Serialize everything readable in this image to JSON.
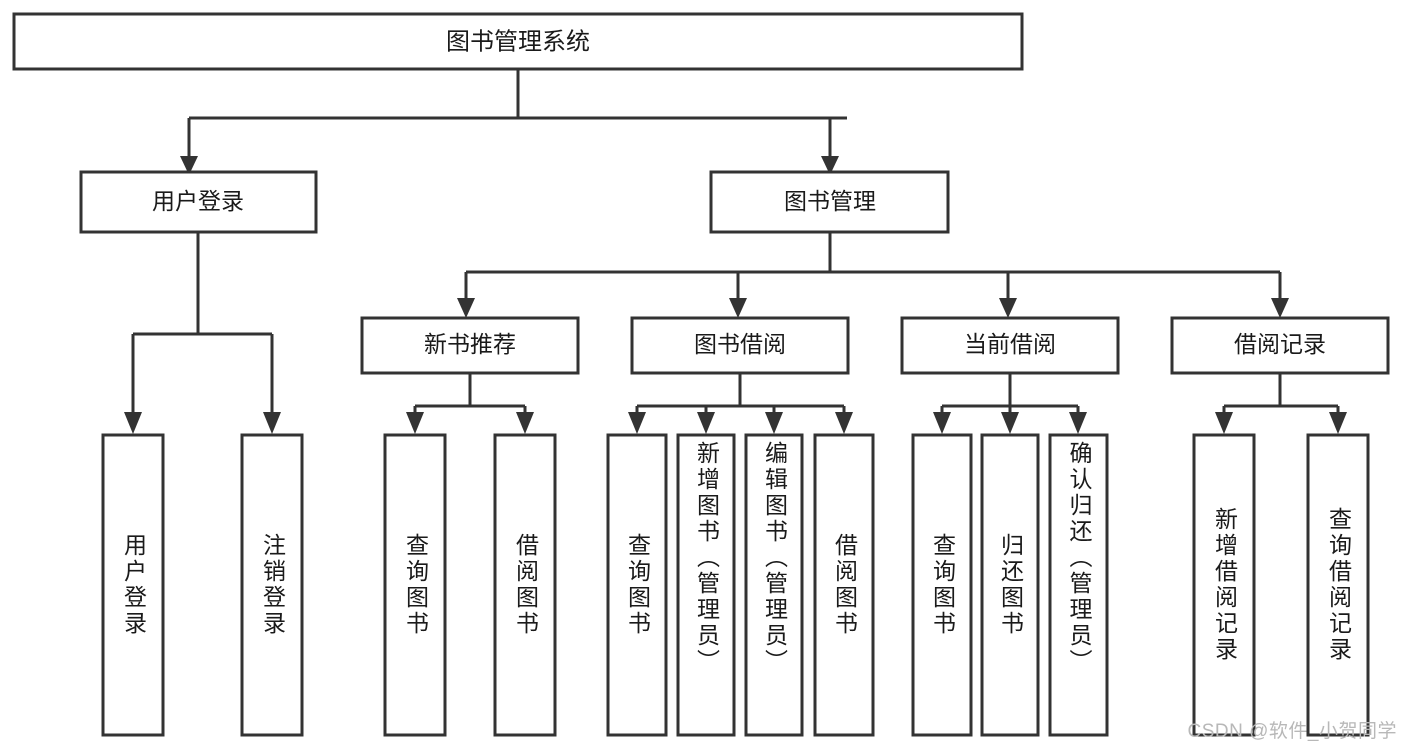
{
  "diagram": {
    "type": "tree",
    "orientation": "top-down",
    "title": "图书管理系统",
    "root": {
      "label": "图书管理系统"
    },
    "level2": [
      {
        "label": "用户登录"
      },
      {
        "label": "图书管理"
      }
    ],
    "level3": [
      {
        "label": "新书推荐"
      },
      {
        "label": "图书借阅"
      },
      {
        "label": "当前借阅"
      },
      {
        "label": "借阅记录"
      }
    ],
    "leaves": {
      "user_login": [
        {
          "label": "用户登录"
        },
        {
          "label": "注销登录"
        }
      ],
      "new_book": [
        {
          "label": "查询图书"
        },
        {
          "label": "借阅图书"
        }
      ],
      "book_borrow": [
        {
          "label": "查询图书"
        },
        {
          "label": "新增图书（管理员）"
        },
        {
          "label": "编辑图书（管理员）"
        },
        {
          "label": "借阅图书"
        }
      ],
      "current_borrow": [
        {
          "label": "查询图书"
        },
        {
          "label": "归还图书"
        },
        {
          "label": "确认归还（管理员）"
        }
      ],
      "borrow_record": [
        {
          "label": "新增借阅记录"
        },
        {
          "label": "查询借阅记录"
        }
      ]
    }
  },
  "watermark": {
    "text": "CSDN @软件_小贺同学"
  },
  "colors": {
    "stroke": "#333333",
    "fill": "#ffffff",
    "text": "#1a1a1a",
    "watermark": "#b8b8b8"
  }
}
